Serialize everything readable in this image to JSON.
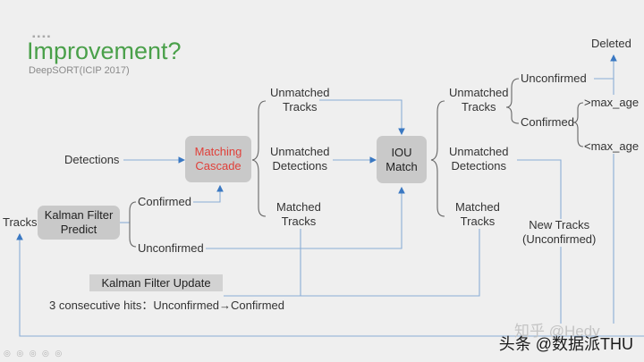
{
  "header": {
    "dots": "▪▪▪▪",
    "title": "Improvement?",
    "subtitle": "DeepSORT(ICIP 2017)"
  },
  "nodes": {
    "tracks": "Tracks",
    "kalman_predict": [
      "Kalman Filter",
      "Predict"
    ],
    "detections": "Detections",
    "confirmed_left": "Confirmed",
    "unconfirmed_left": "Unconfirmed",
    "matching_cascade": [
      "Matching",
      "Cascade"
    ],
    "unmatched_tracks_1": [
      "Unmatched",
      "Tracks"
    ],
    "unmatched_detections_1": [
      "Unmatched",
      "Detections"
    ],
    "matched_tracks_1": [
      "Matched",
      "Tracks"
    ],
    "iou_match": [
      "IOU",
      "Match"
    ],
    "unmatched_tracks_2": [
      "Unmatched",
      "Tracks"
    ],
    "unmatched_detections_2": [
      "Unmatched",
      "Detections"
    ],
    "matched_tracks_2": [
      "Matched",
      "Tracks"
    ],
    "unconfirmed_right": "Unconfirmed",
    "confirmed_right": "Confirmed",
    "gt_max_age": ">max_age",
    "lt_max_age": "<max_age",
    "deleted": "Deleted",
    "new_tracks": [
      "New Tracks",
      "(Unconfirmed)"
    ],
    "kalman_update": "Kalman Filter Update",
    "consecutive_hits": "3 consecutive hits：Unconfirmed→Confirmed"
  },
  "colors": {
    "background": "#efefef",
    "title": "#4aa04a",
    "matching_text": "#e0403a",
    "box": "#c9c9c9",
    "wire": "#8aaed6",
    "arrow": "#3a78c2",
    "bracket": "#666666"
  },
  "watermark": {
    "main": "头条 @数据派THU",
    "faint": "知乎 @Hedy"
  },
  "footer_icons": "◎ ◎ ◎ ◎ ◎"
}
